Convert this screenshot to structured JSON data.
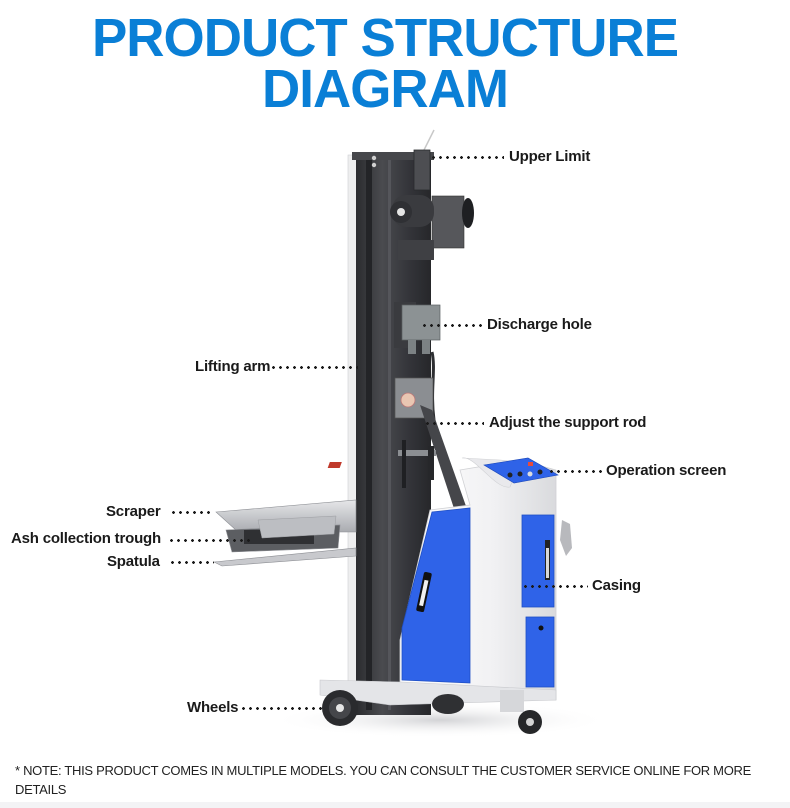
{
  "title": {
    "line1": "PRODUCT STRUCTURE",
    "line2": "DIAGRAM",
    "color": "#0a7fd6"
  },
  "labels": {
    "upper_limit": "Upper Limit",
    "discharge_hole": "Discharge hole",
    "lifting_arm": "Lifting arm",
    "adjust_support_rod": "Adjust the support rod",
    "operation_screen": "Operation screen",
    "scraper": "Scraper",
    "ash_collection_trough": "Ash collection trough",
    "spatula": "Spatula",
    "casing": "Casing",
    "wheels": "Wheels"
  },
  "note": "* NOTE: THIS PRODUCT COMES IN MULTIPLE MODELS. YOU CAN CONSULT THE CUSTOMER SERVICE ONLINE FOR MORE DETAILS",
  "colors": {
    "casing_blue": "#2f63e8",
    "column_dark": "#3a3b3e",
    "body_white": "#f4f4f6"
  }
}
